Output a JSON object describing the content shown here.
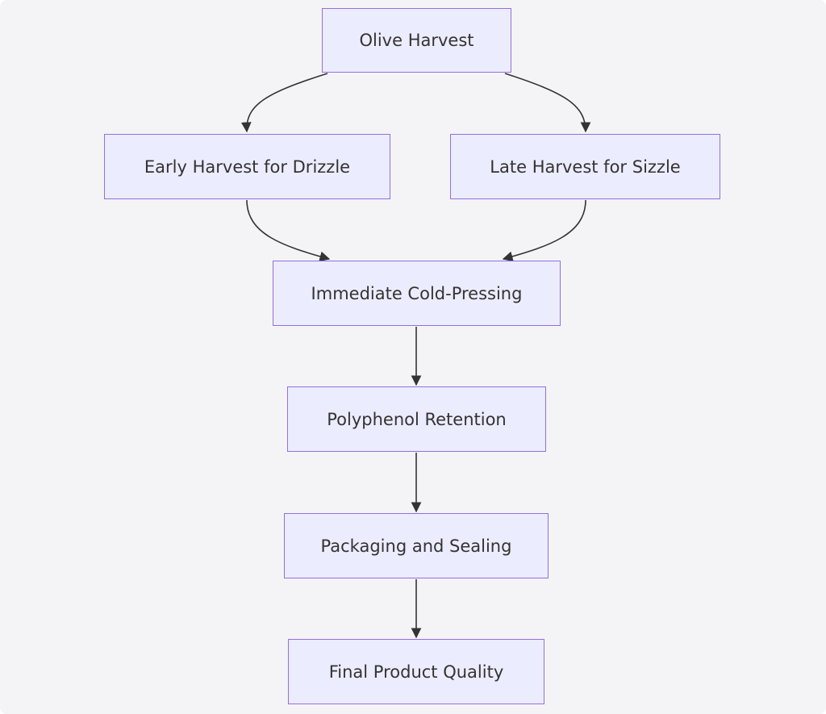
{
  "diagram": {
    "nodes": [
      {
        "id": "olive",
        "label": "Olive Harvest"
      },
      {
        "id": "early",
        "label": "Early Harvest for Drizzle"
      },
      {
        "id": "late",
        "label": "Late Harvest for Sizzle"
      },
      {
        "id": "press",
        "label": "Immediate Cold-Pressing"
      },
      {
        "id": "poly",
        "label": "Polyphenol Retention"
      },
      {
        "id": "pack",
        "label": "Packaging and Sealing"
      },
      {
        "id": "final",
        "label": "Final Product Quality"
      }
    ],
    "edges": [
      {
        "from": "olive",
        "to": "early"
      },
      {
        "from": "olive",
        "to": "late"
      },
      {
        "from": "early",
        "to": "press"
      },
      {
        "from": "late",
        "to": "press"
      },
      {
        "from": "press",
        "to": "poly"
      },
      {
        "from": "poly",
        "to": "pack"
      },
      {
        "from": "pack",
        "to": "final"
      }
    ],
    "colors": {
      "background": "#f4f4f7",
      "node_fill": "#ececff",
      "node_border": "#9370db",
      "edge": "#333333",
      "text": "#333333"
    }
  }
}
